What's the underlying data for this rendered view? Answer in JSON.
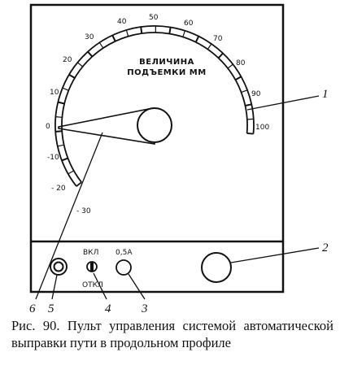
{
  "scale": {
    "title_line1": "ВЕЛИЧИНА",
    "title_line2": "ПОДЪЕМКИ ММ",
    "ticks": [
      "- 30",
      "- 20",
      "-10",
      "0",
      "10",
      "20",
      "30",
      "40",
      "50",
      "60",
      "70",
      "80",
      "90",
      "100"
    ]
  },
  "controls": {
    "on_label": "ВКЛ",
    "off_label": "ОТКЛ",
    "fuse_label": "0,5А"
  },
  "callouts": [
    "1",
    "2",
    "3",
    "4",
    "5",
    "6"
  ],
  "caption": "Рис. 90. Пульт управления системой автоматической выправки пути в продольном профиле"
}
